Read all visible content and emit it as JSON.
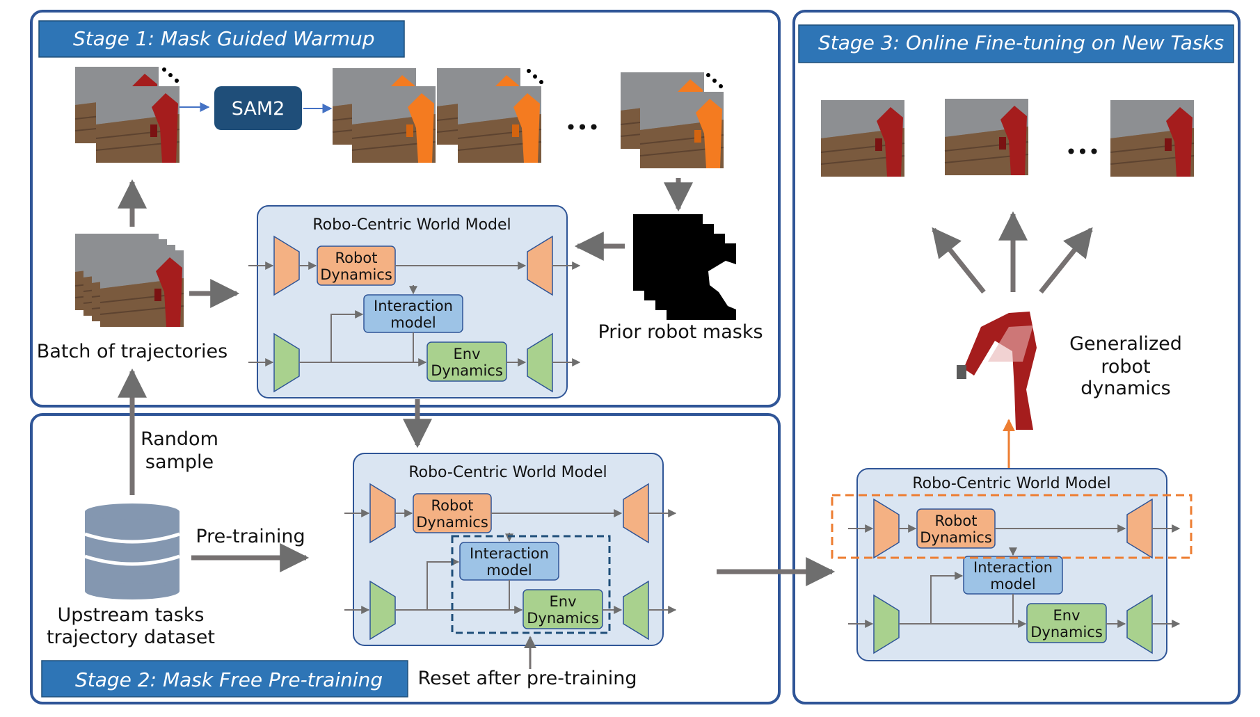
{
  "stage1": {
    "title": "Stage 1: Mask Guided Warmup"
  },
  "stage2": {
    "title": "Stage 2: Mask Free Pre-training"
  },
  "stage3": {
    "title": "Stage 3: Online Fine-tuning on New Tasks"
  },
  "sam": {
    "label": "SAM2"
  },
  "ellipsis": "•••",
  "labels": {
    "batch": "Batch of trajectories",
    "prior_masks": "Prior robot masks",
    "random_sample": [
      "Random",
      "sample"
    ],
    "pretraining": "Pre-training",
    "dataset": [
      "Upstream tasks",
      "trajectory dataset"
    ],
    "reset": "Reset after pre-training",
    "generalized": [
      "Generalized",
      "robot",
      "dynamics"
    ]
  },
  "world_model": {
    "title": "Robo-Centric World Model",
    "robot": [
      "Robot",
      "Dynamics"
    ],
    "interaction": [
      "Interaction",
      "model"
    ],
    "env": [
      "Env",
      "Dynamics"
    ]
  },
  "colors": {
    "stage_border": "#2f5597",
    "header_fill": "#2e75b6",
    "wm_fill": "#dae5f2",
    "robot_fill": "#f4b183",
    "interaction_fill": "#9dc3e6",
    "env_fill": "#a9d18e",
    "arrow": "#767171",
    "highlight": "#ed7d31"
  }
}
